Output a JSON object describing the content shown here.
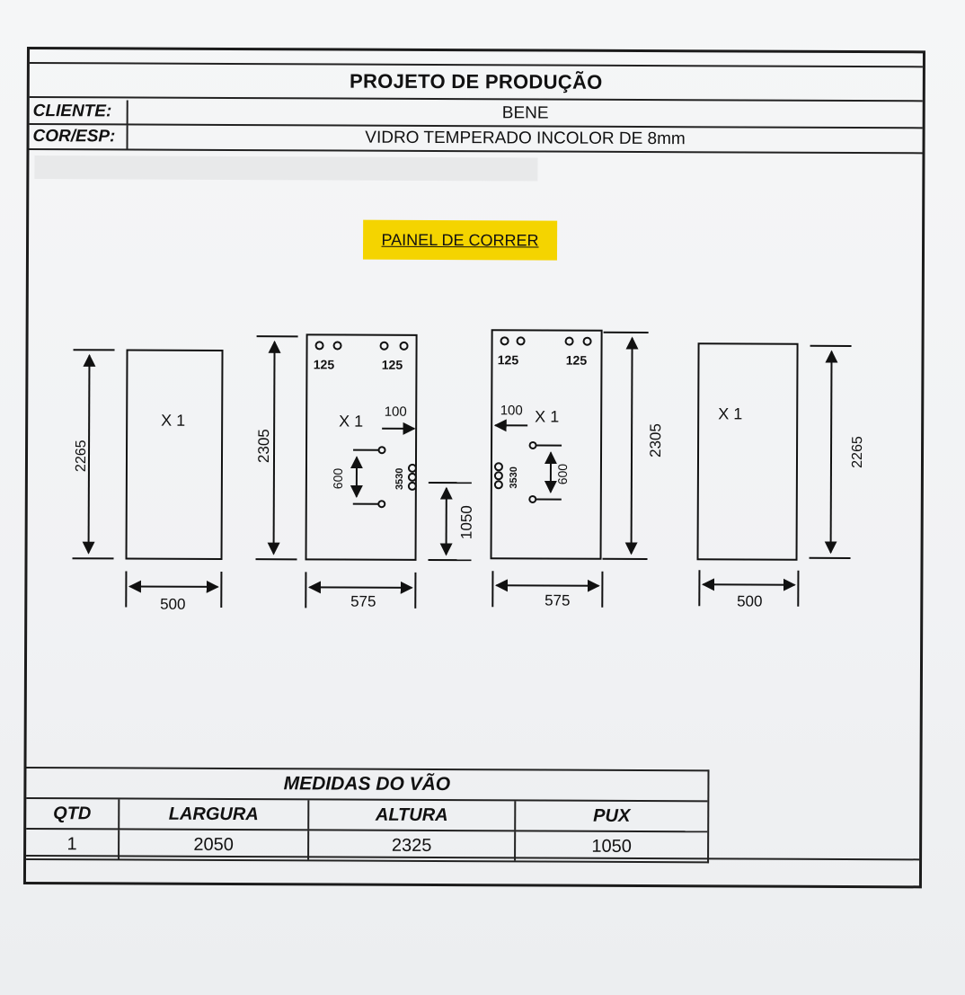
{
  "header": {
    "title": "PROJETO DE PRODUÇÃO",
    "client_label": "CLIENTE:",
    "client_value": "BENE",
    "color_label": "COR/ESP:",
    "color_value": "VIDRO TEMPERADO INCOLOR DE 8mm"
  },
  "section_badge": "PAINEL DE CORRER",
  "panels": [
    {
      "height": "2265",
      "width": "500",
      "qty": "X 1"
    },
    {
      "height": "2305",
      "width": "575",
      "qty": "X 1",
      "holes_top": [
        "125",
        "125"
      ],
      "offset": "100",
      "handle_spacing": "600",
      "hole_label": "3530",
      "pux_height": "1050"
    },
    {
      "height": "2305",
      "width": "575",
      "qty": "X 1",
      "holes_top": [
        "125",
        "125"
      ],
      "offset": "100",
      "handle_spacing": "600",
      "hole_label": "3530"
    },
    {
      "height": "2265",
      "width": "500",
      "qty": "X 1"
    }
  ],
  "measures": {
    "title": "MEDIDAS DO VÃO",
    "headers": [
      "QTD",
      "LARGURA",
      "ALTURA",
      "PUX"
    ],
    "row": [
      "1",
      "2050",
      "2325",
      "1050"
    ]
  },
  "colors": {
    "badge": "#f4d400",
    "ink": "#111111"
  }
}
